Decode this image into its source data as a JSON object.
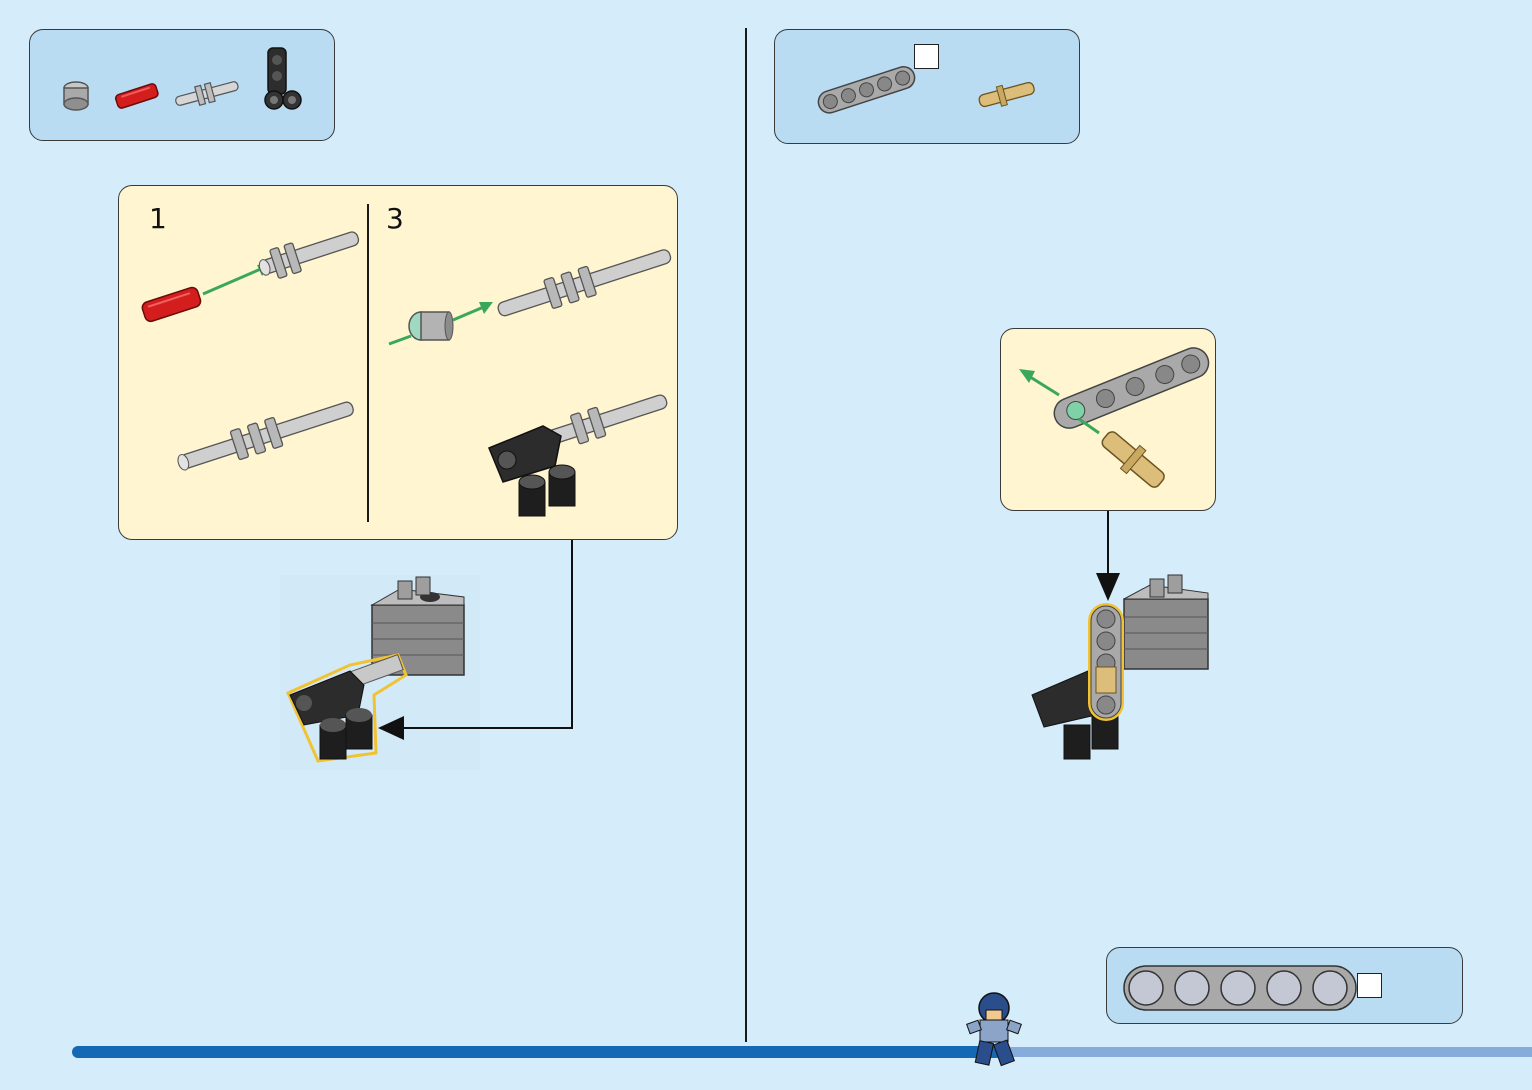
{
  "left_page": {
    "parts_callout": {
      "parts": [
        "bush-light-gray",
        "axle-red",
        "axle-pin-light-gray",
        "pin-connector-black"
      ]
    },
    "substeps": [
      {
        "number": "1"
      },
      {
        "number": "3"
      }
    ]
  },
  "right_page": {
    "parts_callout": {
      "parts": [
        "beam-5-light-gray",
        "pin-tan"
      ]
    }
  },
  "ruler_callout": {
    "part": "beam-5-light-gray"
  },
  "progress": {
    "fraction": 0.63
  },
  "colors": {
    "background": "#d5ecfa",
    "parts_box": "#b9dcf3",
    "step_box": "#fff5d1",
    "progress_done": "#1468b4",
    "progress_rest": "#86acdc",
    "highlight": "#f1c232",
    "arrow_green": "#3aa85a"
  },
  "icons": [
    "minifigure-icon"
  ]
}
